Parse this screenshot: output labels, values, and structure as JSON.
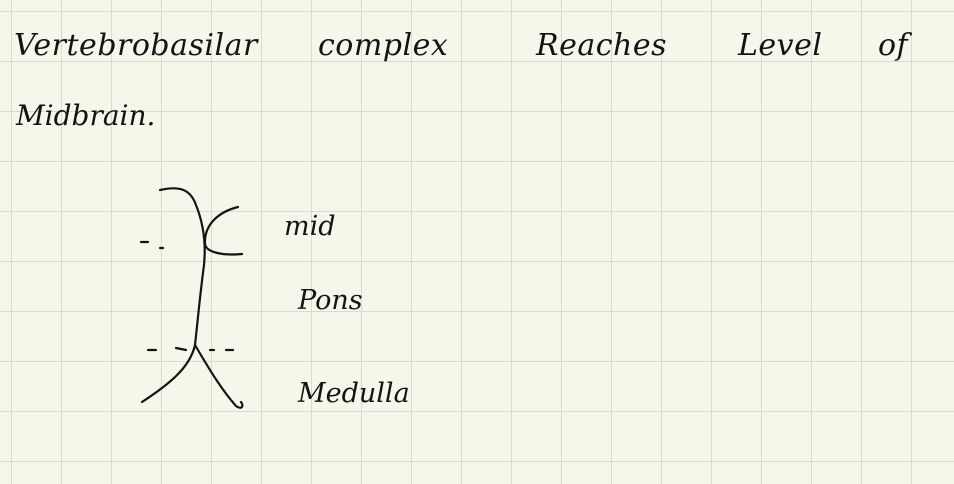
{
  "note": {
    "heading": {
      "word_1": "Vertebrobasilar",
      "word_2": "complex",
      "word_3": "Reaches",
      "word_4": "Level",
      "word_5": "of",
      "line_2": "Midbrain."
    },
    "sketch": {
      "labels": {
        "midbrain": "mid",
        "pons": "Pons",
        "medulla": "Medulla"
      }
    },
    "colors": {
      "paper": "#f6f6ea",
      "grid": "#d9dccb",
      "ink": "#141414"
    }
  }
}
